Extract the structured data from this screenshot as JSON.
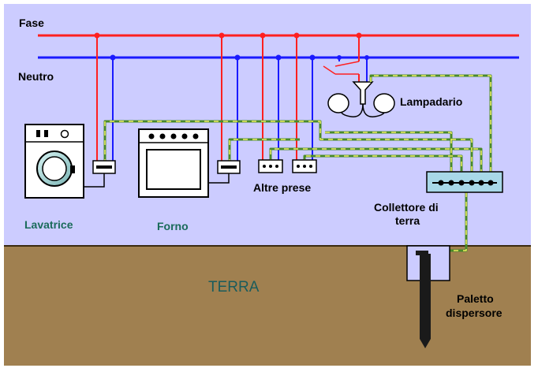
{
  "labels": {
    "fase": "Fase",
    "neutro": "Neutro",
    "lampadario": "Lampadario",
    "lavatrice": "Lavatrice",
    "forno": "Forno",
    "altre_prese": "Altre prese",
    "collettore_line1": "Collettore di",
    "collettore_line2": "terra",
    "terra": "TERRA",
    "paletto_line1": "Paletto",
    "paletto_line2": "dispersore"
  },
  "colors": {
    "wall": "#ccccff",
    "ground": "#a08050",
    "fase_wire": "#ff2020",
    "neutro_wire": "#1a1aff",
    "earth_wire_green": "#4a8a2a",
    "earth_wire_yellow": "#f0f060",
    "collector_box": "#a8d8e8",
    "rod": "#1a1a1a"
  }
}
